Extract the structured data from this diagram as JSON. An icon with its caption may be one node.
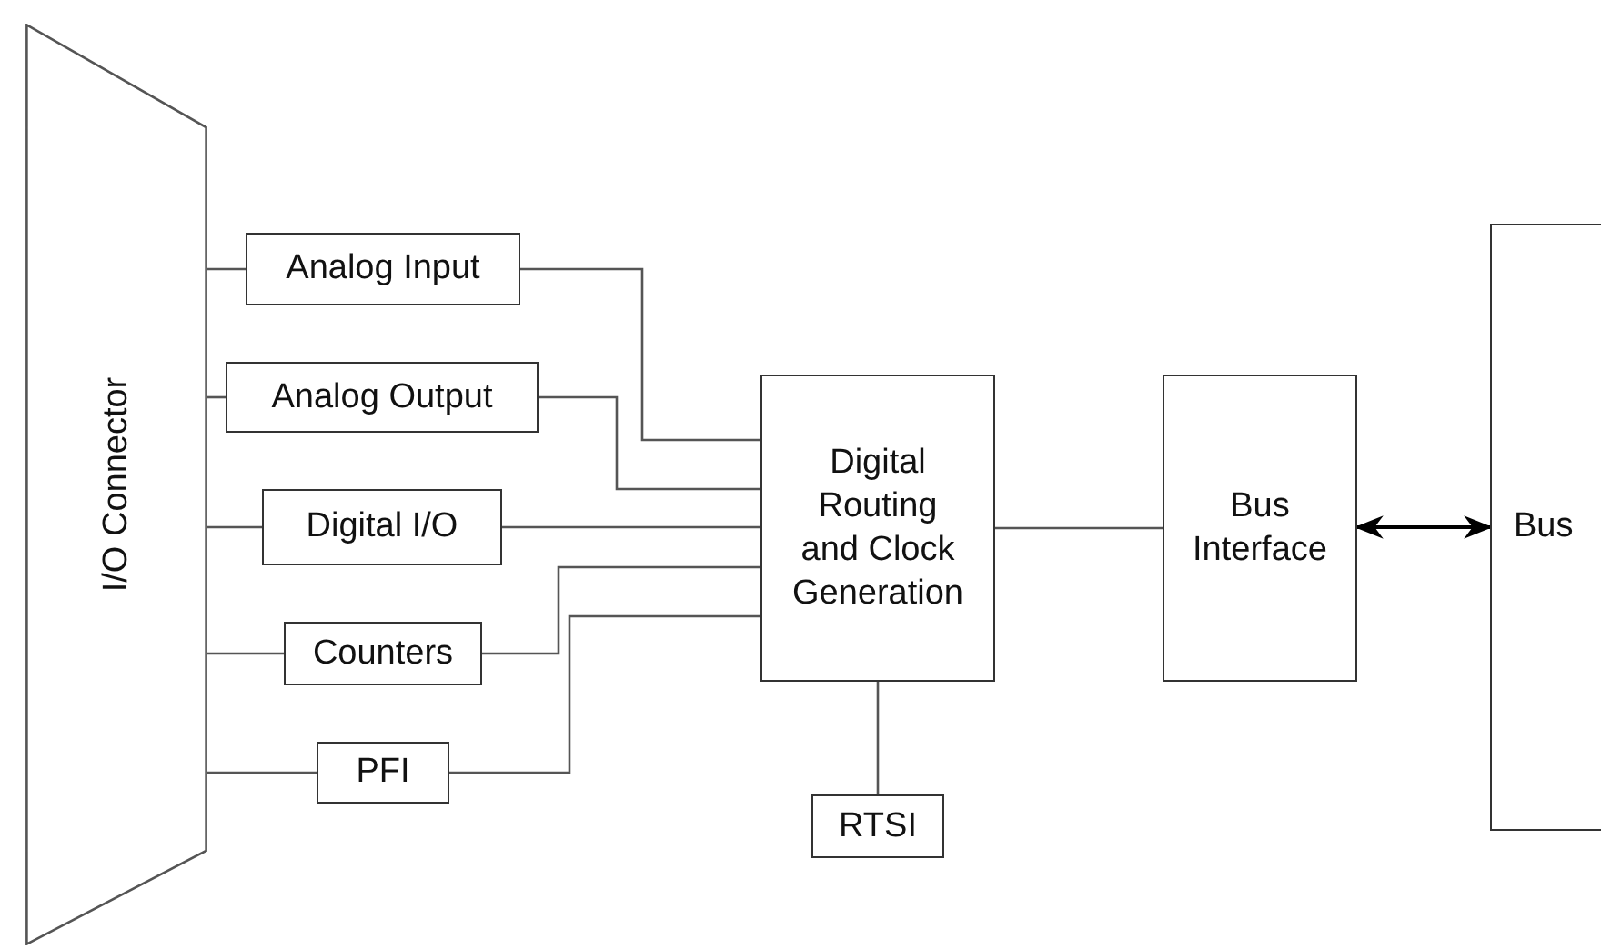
{
  "diagram": {
    "nodes": [
      {
        "text": [
          "I/O Connector"
        ]
      },
      {
        "text": [
          "Analog Input"
        ]
      },
      {
        "text": [
          "Analog Output"
        ]
      },
      {
        "text": [
          "Digital I/O"
        ]
      },
      {
        "text": [
          "Counters"
        ]
      },
      {
        "text": [
          "PFI"
        ]
      },
      {
        "text": [
          "Digital Routing and Clock Generation"
        ]
      },
      {
        "text": [
          "Bus Interface"
        ]
      },
      {
        "text": [
          "RTSI"
        ]
      },
      {
        "text": [
          "Bus"
        ]
      }
    ],
    "edges": [
      {
        "from": 0,
        "to": 1,
        "arrow": "none"
      },
      {
        "from": 0,
        "to": 2,
        "arrow": "none"
      },
      {
        "from": 0,
        "to": 3,
        "arrow": "none"
      },
      {
        "from": 0,
        "to": 4,
        "arrow": "none"
      },
      {
        "from": 0,
        "to": 5,
        "arrow": "none"
      },
      {
        "from": 1,
        "to": 6,
        "arrow": "none"
      },
      {
        "from": 2,
        "to": 6,
        "arrow": "none"
      },
      {
        "from": 3,
        "to": 6,
        "arrow": "none"
      },
      {
        "from": 4,
        "to": 6,
        "arrow": "none"
      },
      {
        "from": 5,
        "to": 6,
        "arrow": "none"
      },
      {
        "from": 6,
        "to": 7,
        "arrow": "none"
      },
      {
        "from": 6,
        "to": 8,
        "arrow": "none"
      },
      {
        "from": 7,
        "to": 9,
        "arrow": "both"
      }
    ]
  }
}
